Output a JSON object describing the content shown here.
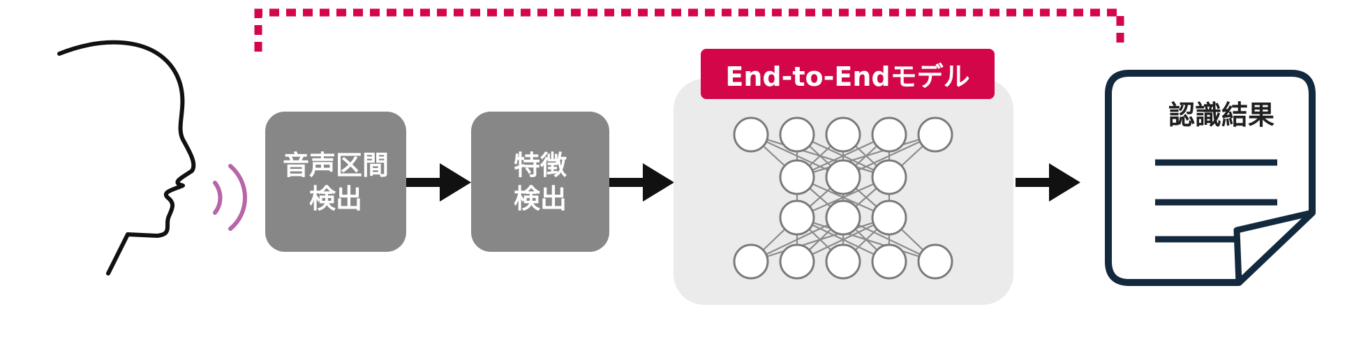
{
  "diagram": {
    "stages": [
      {
        "id": "vad",
        "lines": [
          "音声区間",
          "検出"
        ]
      },
      {
        "id": "feature",
        "lines": [
          "特徴",
          "検出"
        ]
      }
    ],
    "model": {
      "label": "End-to-Endモデル",
      "layers": [
        5,
        3,
        3,
        5
      ]
    },
    "result": {
      "label": "認識結果"
    },
    "colors": {
      "stage_box": "#878787",
      "model_tag": "#d3064a",
      "model_panel": "#ebebeb",
      "bypass_dotted": "#d3064a",
      "sound_waves": "#b764a8",
      "arrows": "#111111",
      "document_outline": "#13293d"
    },
    "icons": [
      "speaking-head-icon",
      "sound-wave-icon",
      "document-icon"
    ]
  }
}
